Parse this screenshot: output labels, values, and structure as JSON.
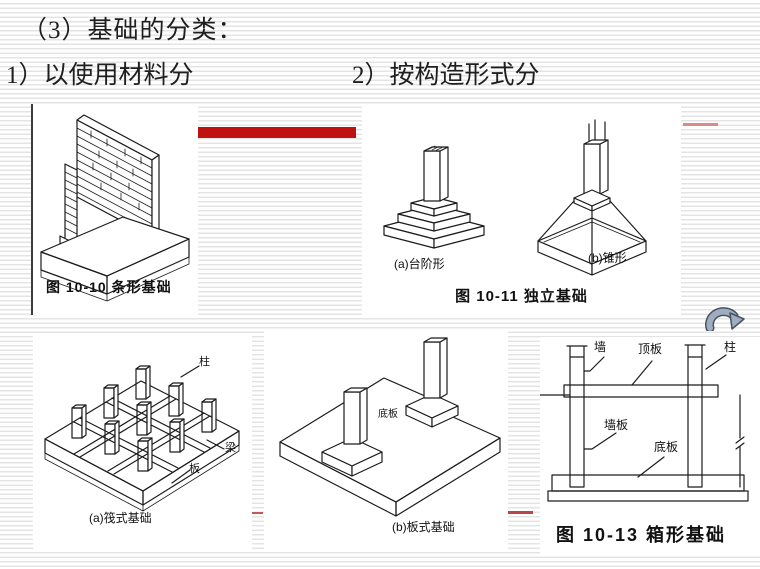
{
  "slide": {
    "heading": "（3）基础的分类：",
    "item1": "1）以使用材料分",
    "item2": "2）按构造形式分"
  },
  "figures": {
    "strip": {
      "caption": "图 10-10  条形基础"
    },
    "independent": {
      "caption": "图 10-11  独立基础",
      "type_a": "(a)台阶形",
      "type_b": "(b)锥形"
    },
    "raft": {
      "caption": "(a)筏式基础",
      "label_column": "柱",
      "label_beam": "梁",
      "label_slab": "板"
    },
    "plate": {
      "caption": "(b)板式基础",
      "label_bottom": "底板"
    },
    "box": {
      "caption": "图 10-13  箱形基础",
      "label_wall": "墙",
      "label_top_plate": "顶板",
      "label_column": "柱",
      "label_wall_plate": "墙板",
      "label_bottom_plate": "底板"
    }
  },
  "decor": {
    "accent_bar_color": "#c01111",
    "thin_line_color": "#d98a8a",
    "small_dash_color": "#c25a5a",
    "stripe_color": "#e4e4e4",
    "arrow_fill": "#9fadc0",
    "arrow_outline": "#4a535e"
  },
  "icons": {
    "return_arrow": "curved-return-arrow"
  }
}
